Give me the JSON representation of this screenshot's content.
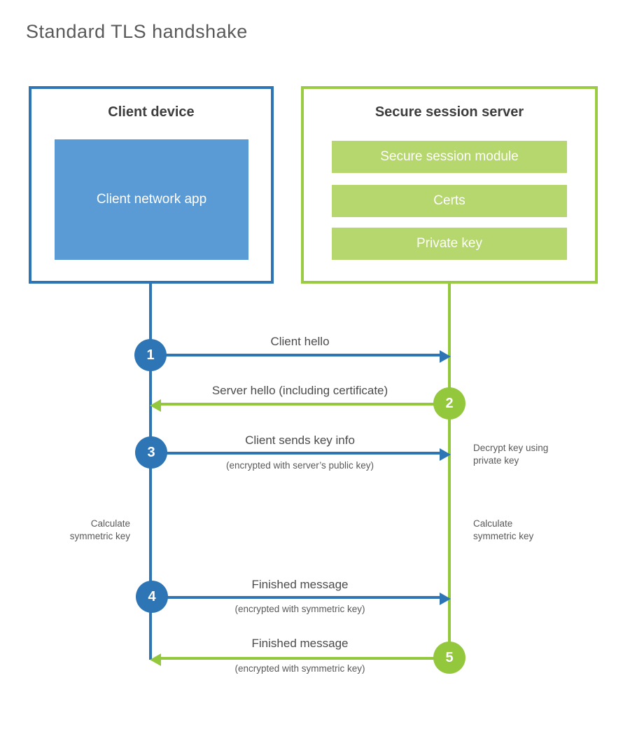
{
  "title": "Standard TLS handshake",
  "colors": {
    "client_accent": "#2e75b6",
    "client_fill": "#5b9bd5",
    "server_accent": "#93c83d",
    "server_fill": "#b5d76e",
    "text_dark": "#3d3d3d",
    "text_gray": "#595959"
  },
  "client_box": {
    "title": "Client device",
    "app_label": "Client network app"
  },
  "server_box": {
    "title": "Secure session server",
    "modules": [
      {
        "label": "Secure session module"
      },
      {
        "label": "Certs"
      },
      {
        "label": "Private key"
      }
    ]
  },
  "steps": [
    {
      "num": "1",
      "label": "Client hello",
      "sub": "",
      "from": "client",
      "to": "server"
    },
    {
      "num": "2",
      "label": "Server hello (including certificate)",
      "sub": "",
      "from": "server",
      "to": "client"
    },
    {
      "num": "3",
      "label": "Client sends key info",
      "sub": "(encrypted with server’s public key)",
      "from": "client",
      "to": "server"
    },
    {
      "num": "4",
      "label": "Finished message",
      "sub": "(encrypted with symmetric key)",
      "from": "client",
      "to": "server"
    },
    {
      "num": "5",
      "label": "Finished message",
      "sub": "(encrypted with symmetric key)",
      "from": "server",
      "to": "client"
    }
  ],
  "annotations": {
    "decrypt_note": "Decrypt key using private key",
    "calc_symmetric_left": "Calculate symmetric key",
    "calc_symmetric_right": "Calculate symmetric key"
  }
}
